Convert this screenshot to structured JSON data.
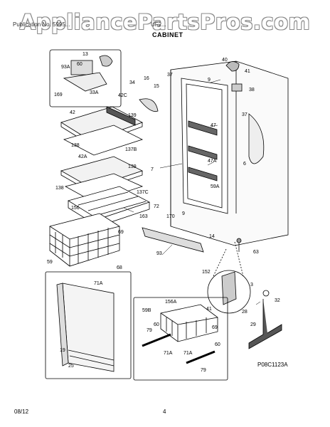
{
  "watermark": "AppliancePartsPros.com",
  "header": {
    "left_text": "Publication No. 5995...",
    "right_text": "UF2..."
  },
  "section_title": "CABINET",
  "footer": {
    "date": "08/12",
    "page": "4"
  },
  "diagram_code": "P08C1123A",
  "part_labels": {
    "p13": "13",
    "p93A": "93A",
    "p60": "60",
    "p33A": "33A",
    "p169": "169",
    "p34": "34",
    "p16": "16",
    "p15": "15",
    "p42C": "42C",
    "p37a": "37",
    "p9a": "9",
    "p40": "40",
    "p41a": "41",
    "p38": "38",
    "p37b": "37",
    "p42": "42",
    "p139a": "139",
    "p138a": "138",
    "p137B": "137B",
    "p47": "47",
    "p47A": "47A",
    "p6": "6",
    "p7": "7",
    "p59A": "59A",
    "p42A": "42A",
    "p139b": "139",
    "p138b": "138",
    "p137C": "137C",
    "p156": "156",
    "p72": "72",
    "p163": "163",
    "p170": "170",
    "p9b": "9",
    "p14": "14",
    "p69a": "69",
    "p59": "59",
    "p93": "93",
    "p68": "68",
    "p63": "63",
    "p152": "152",
    "p3": "3",
    "p71A": "71A",
    "p32": "32",
    "p41b": "41",
    "p28": "28",
    "p29": "29",
    "p156A": "156A",
    "p59B": "59B",
    "p69b": "69",
    "p79a": "79",
    "p60a": "60",
    "p71Ab": "71A",
    "p60b": "60",
    "p19": "19",
    "p25": "25",
    "p71Ac": "71A",
    "p79b": "79"
  }
}
